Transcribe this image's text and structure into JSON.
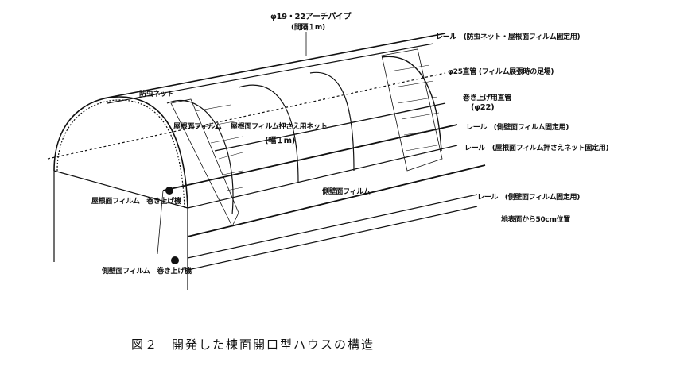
{
  "labels": {
    "arch_pipe": "φ19・22アーチパイプ",
    "arch_pipe_spacing": "(間隔１m)",
    "rail_top": "レール　(防虫ネット・屋根面フィルム固定用)",
    "straight_pipe_25": "φ25直管 (フィルム展張時の足場)",
    "rollup_pipe": "巻き上げ用直管",
    "rollup_pipe_size": "(φ22)",
    "rail_side_film": "レール　(側壁面フィルム固定用)",
    "rail_net": "レール　(屋根面フィルム押さえネット固定用)",
    "insect_net": "防虫ネット",
    "roof_film": "屋根面フィルム",
    "roof_net": "屋根面フィルム押さえ用ネット",
    "roof_net_width": "(幅１m)",
    "side_film": "側壁面フィルム",
    "roof_winder": "屋根面フィルム　巻き上げ機",
    "rail_side_film_lower": "レール　(側壁面フィルム固定用)",
    "ground_height": "地表面から50cm位置",
    "side_winder": "側壁面フィルム　巻き上げ機"
  },
  "caption": "図２　開発した棟面開口型ハウスの構造"
}
